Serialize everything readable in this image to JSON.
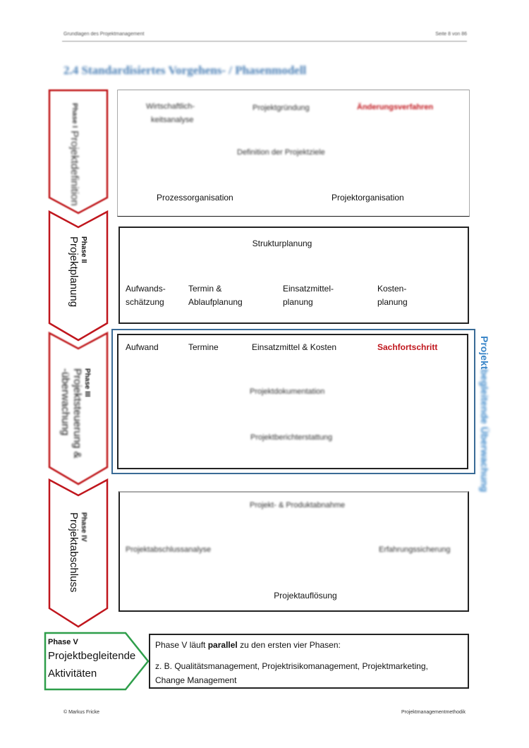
{
  "header": {
    "left": "Grundlagen des Projektmanagement",
    "right": "Seite 8 von 86"
  },
  "title": "2.4   Standardisiertes Vorgehens- / Phasenmodell",
  "phases": [
    {
      "label": "Phase I",
      "name": "Projektdefinition"
    },
    {
      "label": "Phase II",
      "name": "Projektplanung"
    },
    {
      "label": "Phase III",
      "name_line1": "Projektsteuerung &",
      "name_line2": "-überwachung"
    },
    {
      "label": "Phase IV",
      "name": "Projektabschluss"
    },
    {
      "label": "Phase V",
      "name_line1": "Projektbegleitende",
      "name_line2": "Aktivitäten"
    }
  ],
  "box1": {
    "wirtschaft_line1": "Wirtschaftlich-",
    "wirtschaft_line2": "keitsanalyse",
    "gruendung": "Projektgründung",
    "aenderung": "Änderungsverfahren",
    "definition": "Definition der Projektziele",
    "prozess": "Prozessorganisation",
    "projektorg": "Projektorganisation"
  },
  "box2": {
    "struktur": "Strukturplanung",
    "aufwand_line1": "Aufwands-",
    "aufwand_line2": "schätzung",
    "termin_line1": "Termin &",
    "termin_line2": "Ablaufplanung",
    "einsatz_line1": "Einsatzmittel-",
    "einsatz_line2": "planung",
    "kosten_line1": "Kosten-",
    "kosten_line2": "planung"
  },
  "box3": {
    "aufwand": "Aufwand",
    "termine": "Termine",
    "einsatz": "Einsatzmittel & Kosten",
    "sachfort": "Sachfortschritt",
    "doku": "Projektdokumentation",
    "bericht": "Projektberichterstattung",
    "side_label": "Projektbegleitende Überwachung",
    "side_visible": "Projekt"
  },
  "box4": {
    "abnahme": "Projekt- & Produktabnahme",
    "abschluss": "Projektabschlussanalyse",
    "erfahrung": "Erfahrungssicherung",
    "aufloesung": "Projektauflösung"
  },
  "box5": {
    "line1_pre": "Phase V läuft ",
    "line1_bold": "parallel",
    "line1_post": " zu den ersten vier Phasen:",
    "line2": "z. B. Qualitätsmanagement, Projektrisikomanagement, Projektmarketing,",
    "line3": "Change Management"
  },
  "footer": {
    "left": "© Markus Fricke",
    "right": "Projektmanagementmethodik"
  },
  "colors": {
    "red": "#c0161d",
    "green": "#2e9e4a",
    "blue": "#3a6b96",
    "title_blue": "#4a7fb5"
  }
}
